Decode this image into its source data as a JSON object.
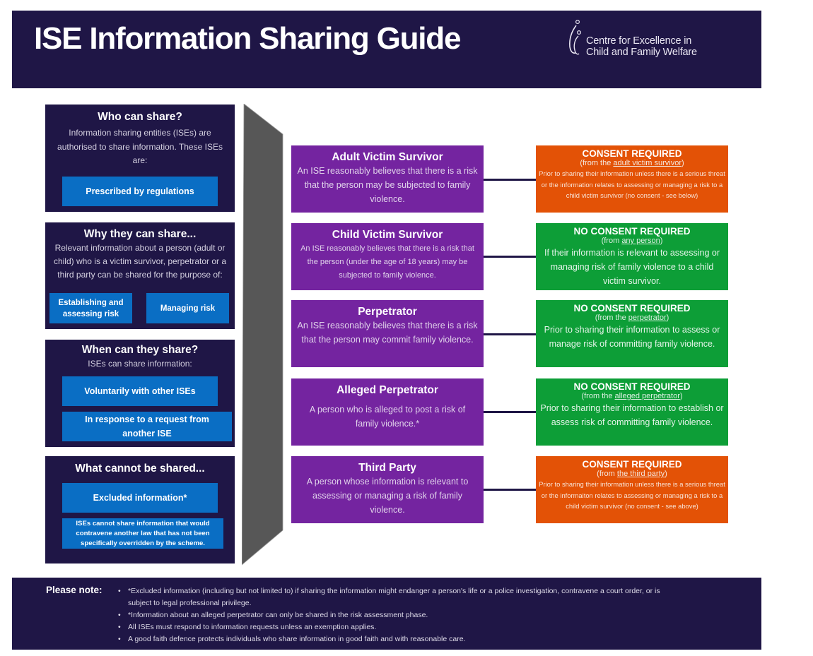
{
  "header": {
    "title": "ISE Information Sharing Guide",
    "logo": {
      "icon": "cfecfw-logo-icon",
      "line1": "Centre for Excellence in",
      "line2": "Child and Family Welfare"
    }
  },
  "left_panels": [
    {
      "title": "Who can share?",
      "body": "Information sharing entities (ISEs) are authorised to share information. These ISEs are:",
      "buttons": [
        "Prescribed by regulations"
      ]
    },
    {
      "title": "Why they can share...",
      "body": "Relevant information about a person (adult or child) who is a victim survivor, perpetrator or a third party can be shared for the purpose of:",
      "buttons": [
        "Establishing and assessing risk",
        "Managing risk"
      ]
    },
    {
      "title": "When can they share?",
      "body": "ISEs can share information:",
      "buttons": [
        "Voluntarily with other ISEs",
        "In response to a request from another ISE"
      ]
    },
    {
      "title": "What cannot be shared...",
      "body": "",
      "buttons": [
        "Excluded information*",
        "ISEs cannot share information that would contravene another law that has not been specifically overridden by the scheme."
      ]
    }
  ],
  "categories": [
    {
      "title": "Adult Victim Survivor",
      "description": "An ISE reasonably believes that there is a risk that the person may be subjected to family violence.",
      "consent": {
        "status": "CONSENT REQUIRED",
        "from_prefix": "(from the ",
        "from_who": "adult victim survivor",
        "from_suffix": ")",
        "detail": "Prior to sharing their information unless there is a serious threat or the information relates to assessing or managing a risk to a child victim survivor (no consent - see below)",
        "color": "#e35206"
      }
    },
    {
      "title": "Child Victim Survivor",
      "description": "An ISE reasonably believes that there is a risk that the person (under the age of 18 years) may be subjected to family violence.",
      "consent": {
        "status": "NO CONSENT REQUIRED",
        "from_prefix": "(from ",
        "from_who": "any person",
        "from_suffix": ")",
        "detail": "If their information is relevant to assessing or managing risk of family violence to a child victim survivor.",
        "color": "#0d9e37"
      }
    },
    {
      "title": "Perpetrator",
      "description": "An ISE reasonably believes that there is a risk that the person may commit family violence.",
      "consent": {
        "status": "NO CONSENT REQUIRED",
        "from_prefix": "(from the ",
        "from_who": "perpetrator",
        "from_suffix": ")",
        "detail": "Prior to sharing their information to assess or manage risk of committing family violence.",
        "color": "#0d9e37"
      }
    },
    {
      "title": "Alleged Perpetrator",
      "description": "A person who is alleged to post a risk of family violence.*",
      "consent": {
        "status": "NO CONSENT REQUIRED",
        "from_prefix": "(from the ",
        "from_who": "alleged perpetrator",
        "from_suffix": ")",
        "detail": "Prior to sharing their information to establish or assess risk of committing family violence.",
        "color": "#0d9e37"
      }
    },
    {
      "title": "Third Party",
      "description": "A person whose information is relevant to assessing or managing a risk of family violence.",
      "consent": {
        "status": "CONSENT REQUIRED",
        "from_prefix": "(from ",
        "from_who": "the third party",
        "from_suffix": ")",
        "detail": "Prior to sharing their information unless there is a serious threat or the informaiton relates to assessing or managing a risk to a child victim survivor (no consent - see above)",
        "color": "#e35206"
      }
    }
  ],
  "footer": {
    "label": "Please note:",
    "notes": [
      "*Excluded information (including but not limited to) if sharing the information might endanger a person's life or a police investigation, contravene a court order, or is subject to legal professional privilege.",
      "*Information about an alleged perpetrator can only be shared in the risk assessment phase.",
      "All ISEs must respond to information requests unless an exemption applies.",
      "A good faith defence protects individuals who share information in good faith and with reasonable care."
    ]
  },
  "colors": {
    "navy": "#1f1646",
    "purple": "#7424a0",
    "blue_button": "#0a6ec4",
    "orange": "#e35206",
    "green": "#0d9e37",
    "arrow_gray": "#575757"
  }
}
